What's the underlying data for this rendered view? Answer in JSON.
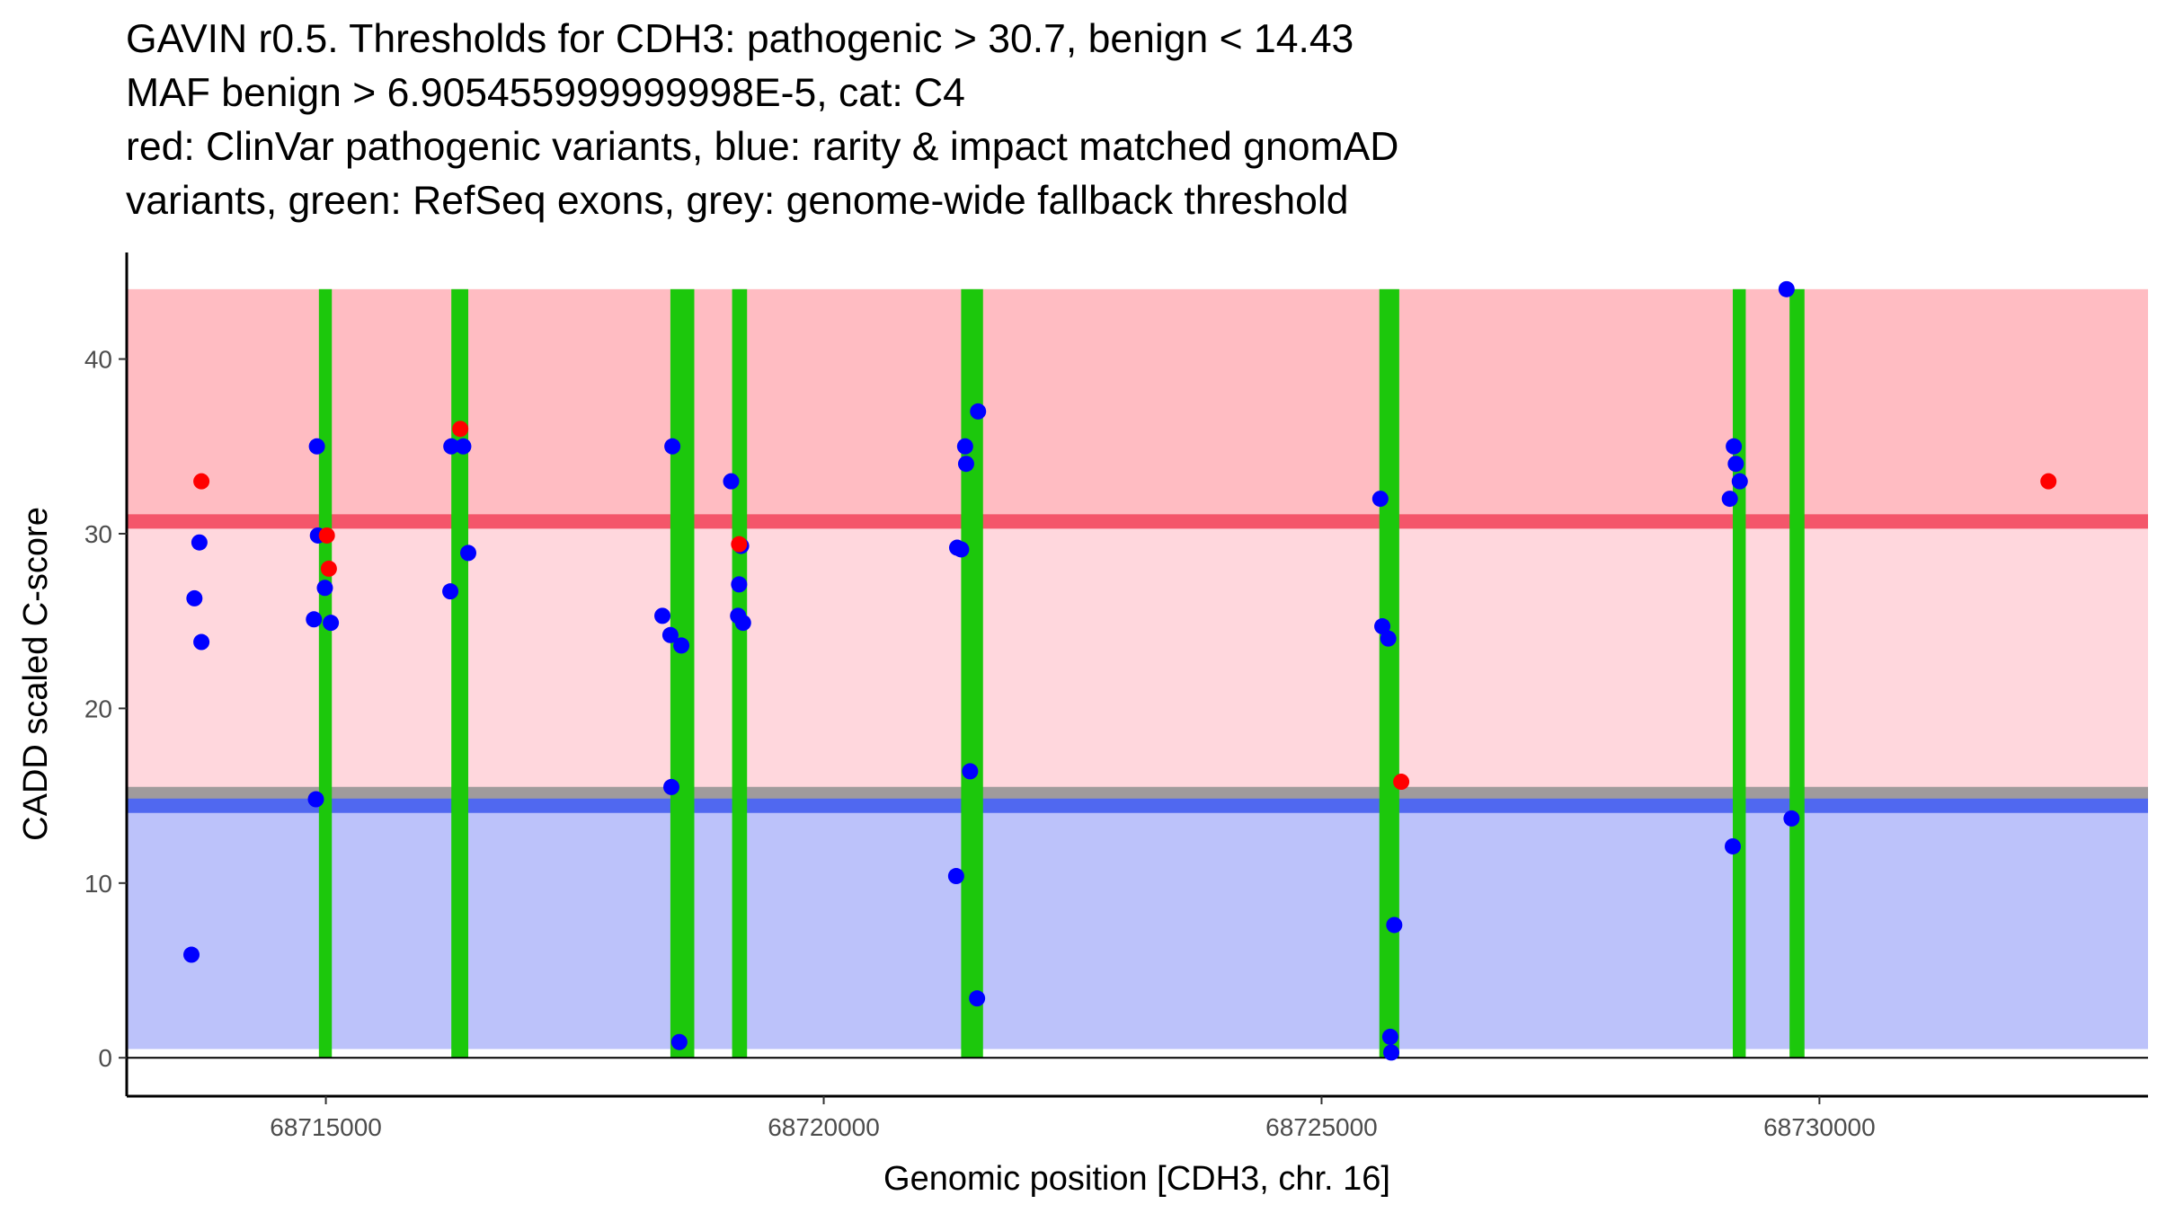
{
  "title_lines": [
    "GAVIN r0.5. Thresholds for CDH3: pathogenic > 30.7, benign < 14.43",
    "MAF benign > 6.905455999999998E-5, cat: C4",
    "red: ClinVar pathogenic variants, blue: rarity & impact matched gnomAD",
    "variants, green: RefSeq exons, grey: genome-wide fallback threshold"
  ],
  "chart_data": {
    "type": "scatter",
    "xlabel": "Genomic position [CDH3, chr. 16]",
    "ylabel": "CADD scaled C-score",
    "xlim": [
      68713000,
      68733300
    ],
    "ylim": [
      -2.2,
      46.1
    ],
    "x_ticks": [
      68715000,
      68720000,
      68725000,
      68730000
    ],
    "x_tick_labels": [
      "68715000",
      "68720000",
      "68725000",
      "68730000"
    ],
    "y_ticks": [
      0,
      10,
      20,
      30,
      40
    ],
    "y_tick_labels": [
      "0",
      "10",
      "20",
      "30",
      "40"
    ],
    "grid": false,
    "colors": {
      "pathogenic_region": "#FFBCC2",
      "mid_region": "#FFD7DD",
      "benign_region": "#BCC2FA",
      "pathogenic_threshold": "#F4566A",
      "benign_threshold": "#5068F0",
      "fallback_threshold": "#A09B9C",
      "exon": "#1CC80C",
      "pathogenic_point": "#FF0000",
      "gnomad_point": "#0000FF"
    },
    "regions": {
      "pathogenic": [
        30.7,
        44.0
      ],
      "intermediate": [
        15.3,
        30.7
      ],
      "benign": [
        0.5,
        14.43
      ]
    },
    "thresholds": {
      "pathogenic": 30.7,
      "benign": 14.43,
      "fallback": 15.15
    },
    "exons": [
      {
        "start": 68714930,
        "end": 68715060
      },
      {
        "start": 68716260,
        "end": 68716430
      },
      {
        "start": 68718460,
        "end": 68718700
      },
      {
        "start": 68719080,
        "end": 68719230
      },
      {
        "start": 68721380,
        "end": 68721600
      },
      {
        "start": 68725580,
        "end": 68725780
      },
      {
        "start": 68729130,
        "end": 68729260
      },
      {
        "start": 68729700,
        "end": 68729850
      }
    ],
    "series": [
      {
        "name": "ClinVar pathogenic variants",
        "color": "#FF0000",
        "points": [
          {
            "x": 68713750,
            "y": 33.0
          },
          {
            "x": 68715010,
            "y": 29.9
          },
          {
            "x": 68715030,
            "y": 28.0
          },
          {
            "x": 68716350,
            "y": 36.0
          },
          {
            "x": 68719150,
            "y": 29.4
          },
          {
            "x": 68725800,
            "y": 15.8
          },
          {
            "x": 68732300,
            "y": 33.0
          }
        ]
      },
      {
        "name": "rarity & impact matched gnomAD variants",
        "color": "#0000FF",
        "points": [
          {
            "x": 68713650,
            "y": 5.9
          },
          {
            "x": 68713680,
            "y": 26.3
          },
          {
            "x": 68713730,
            "y": 29.5
          },
          {
            "x": 68713750,
            "y": 23.8
          },
          {
            "x": 68714880,
            "y": 25.1
          },
          {
            "x": 68714900,
            "y": 14.8
          },
          {
            "x": 68714910,
            "y": 35.0
          },
          {
            "x": 68714920,
            "y": 29.9
          },
          {
            "x": 68714990,
            "y": 26.9
          },
          {
            "x": 68715050,
            "y": 24.9
          },
          {
            "x": 68716250,
            "y": 26.7
          },
          {
            "x": 68716260,
            "y": 35.0
          },
          {
            "x": 68716380,
            "y": 35.0
          },
          {
            "x": 68716430,
            "y": 28.9
          },
          {
            "x": 68718380,
            "y": 25.3
          },
          {
            "x": 68718460,
            "y": 24.2
          },
          {
            "x": 68718470,
            "y": 15.5
          },
          {
            "x": 68718480,
            "y": 35.0
          },
          {
            "x": 68718550,
            "y": 0.9
          },
          {
            "x": 68718570,
            "y": 23.6
          },
          {
            "x": 68719070,
            "y": 33.0
          },
          {
            "x": 68719140,
            "y": 25.3
          },
          {
            "x": 68719150,
            "y": 27.1
          },
          {
            "x": 68719170,
            "y": 29.3
          },
          {
            "x": 68719190,
            "y": 24.9
          },
          {
            "x": 68721330,
            "y": 10.4
          },
          {
            "x": 68721340,
            "y": 29.2
          },
          {
            "x": 68721380,
            "y": 29.1
          },
          {
            "x": 68721420,
            "y": 35.0
          },
          {
            "x": 68721430,
            "y": 34.0
          },
          {
            "x": 68721470,
            "y": 16.4
          },
          {
            "x": 68721540,
            "y": 3.4
          },
          {
            "x": 68721550,
            "y": 37.0
          },
          {
            "x": 68725590,
            "y": 32.0
          },
          {
            "x": 68725610,
            "y": 24.7
          },
          {
            "x": 68725670,
            "y": 24.0
          },
          {
            "x": 68725690,
            "y": 1.2
          },
          {
            "x": 68725700,
            "y": 0.3
          },
          {
            "x": 68725730,
            "y": 7.6
          },
          {
            "x": 68729100,
            "y": 32.0
          },
          {
            "x": 68729130,
            "y": 12.1
          },
          {
            "x": 68729140,
            "y": 35.0
          },
          {
            "x": 68729160,
            "y": 34.0
          },
          {
            "x": 68729200,
            "y": 33.0
          },
          {
            "x": 68729670,
            "y": 44.0
          },
          {
            "x": 68729720,
            "y": 13.7
          }
        ]
      }
    ]
  }
}
